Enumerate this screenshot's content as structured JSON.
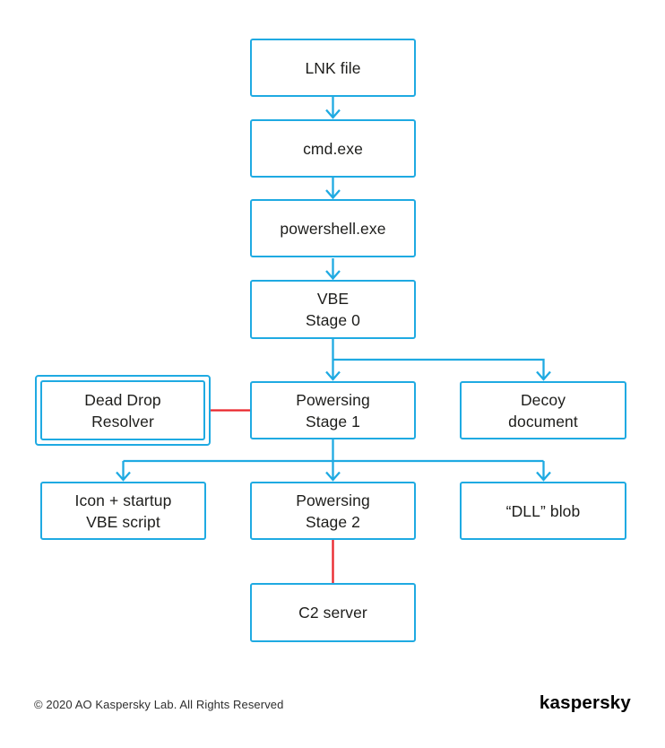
{
  "colors": {
    "accent_blue": "#1FAAE2",
    "accent_red": "#E9262C",
    "text": "#1D1D1B"
  },
  "nodes": {
    "lnk": {
      "lines": [
        "LNK file"
      ]
    },
    "cmd": {
      "lines": [
        "cmd.exe"
      ]
    },
    "powershell": {
      "lines": [
        "powershell.exe"
      ]
    },
    "vbe0": {
      "lines": [
        "VBE",
        "Stage 0"
      ]
    },
    "ddr": {
      "lines": [
        "Dead Drop",
        "Resolver"
      ]
    },
    "powersing1": {
      "lines": [
        "Powersing",
        "Stage 1"
      ]
    },
    "decoy": {
      "lines": [
        "Decoy",
        "document"
      ]
    },
    "icon_vbe": {
      "lines": [
        "Icon + startup",
        "VBE script"
      ]
    },
    "powersing2": {
      "lines": [
        "Powersing",
        "Stage 2"
      ]
    },
    "dll_blob": {
      "lines": [
        "“DLL” blob"
      ]
    },
    "c2": {
      "lines": [
        "C2 server"
      ]
    }
  },
  "footer": {
    "copyright": "© 2020 AO Kaspersky Lab. All Rights Reserved",
    "logo": "kaspersky"
  }
}
